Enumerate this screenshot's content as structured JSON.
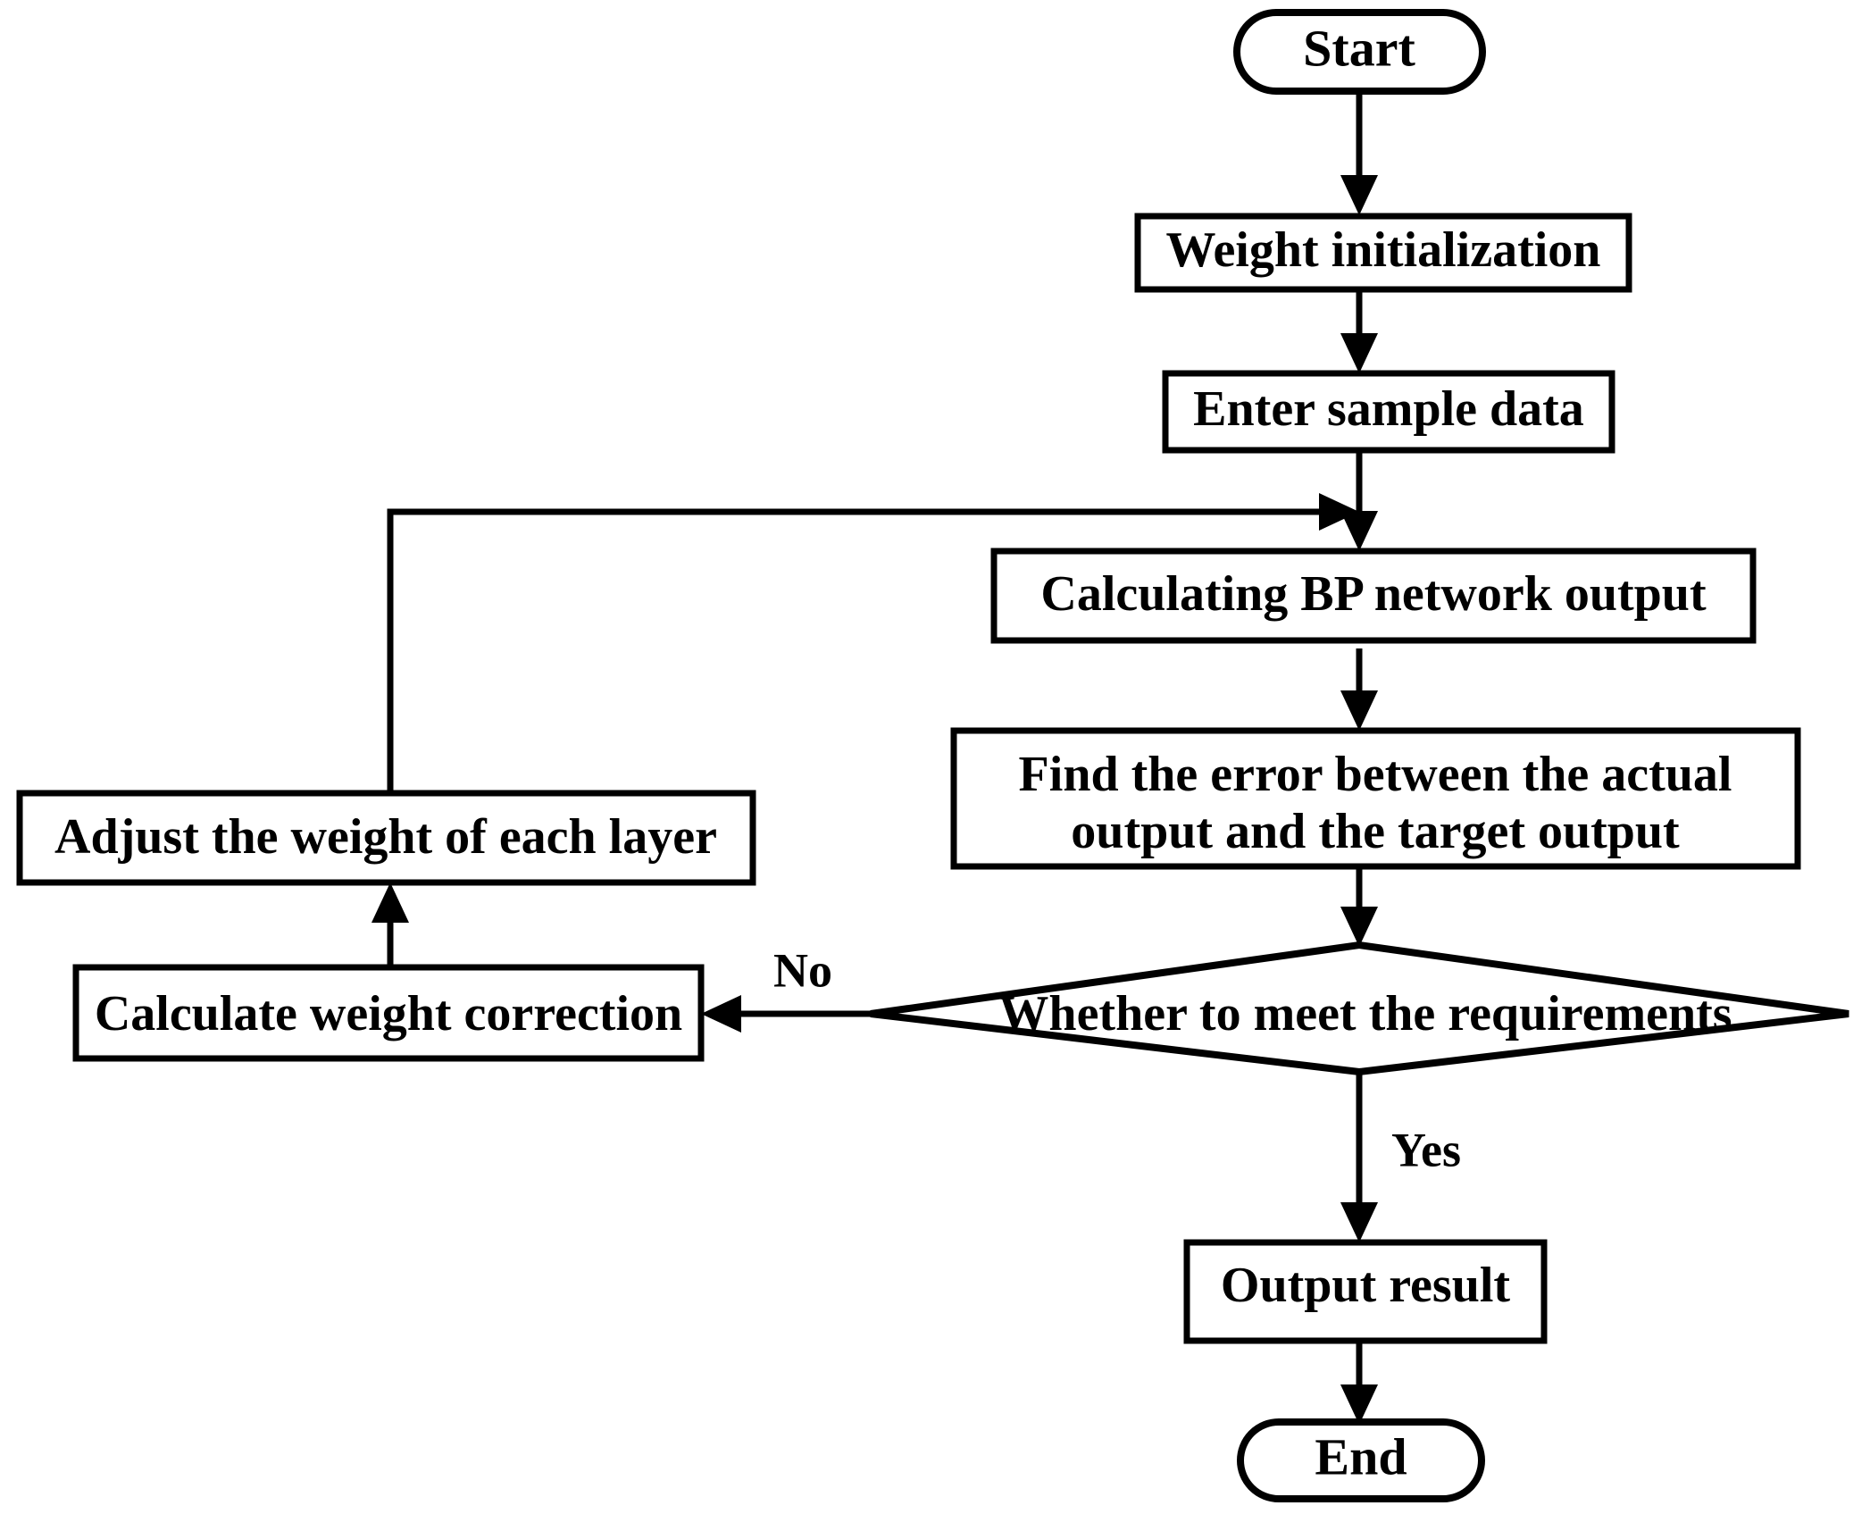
{
  "diagram": {
    "title": "BP neural network training flowchart",
    "background_color": "#ffffff",
    "line_color": "#000000",
    "text_color": "#000000"
  },
  "nodes": {
    "start": {
      "label": "Start",
      "shape": "terminal"
    },
    "weight_init": {
      "label": "Weight initialization",
      "shape": "process"
    },
    "enter_sample": {
      "label": "Enter sample data",
      "shape": "process"
    },
    "calc_output": {
      "label": "Calculating BP network output",
      "shape": "process"
    },
    "find_error_line1": {
      "label": "Find the error between the actual",
      "shape": "process"
    },
    "find_error_line2": {
      "label": "output and the target output",
      "shape": "process"
    },
    "decision": {
      "label": "Whether to meet the requirements",
      "shape": "decision"
    },
    "calc_correction": {
      "label": "Calculate weight correction",
      "shape": "process"
    },
    "adjust_weight": {
      "label": "Adjust the weight of each layer",
      "shape": "process"
    },
    "output_result": {
      "label": "Output result",
      "shape": "process"
    },
    "end": {
      "label": "End",
      "shape": "terminal"
    }
  },
  "edge_labels": {
    "no": "No",
    "yes": "Yes"
  }
}
